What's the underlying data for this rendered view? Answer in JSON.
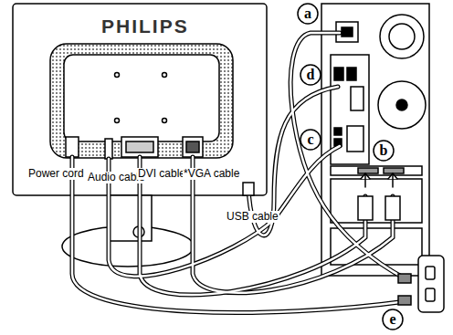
{
  "diagram": {
    "nodes": [
      {
        "text": [
          "a"
        ]
      },
      {
        "text": [
          "d"
        ]
      },
      {
        "text": [
          "c"
        ]
      },
      {
        "text": [
          "b"
        ]
      },
      {
        "text": [
          "e"
        ]
      }
    ],
    "labels": [
      "PHILIPS",
      "Power cord",
      "Audio cable",
      "DVI cable",
      "*VGA cable",
      "USB cable"
    ]
  }
}
